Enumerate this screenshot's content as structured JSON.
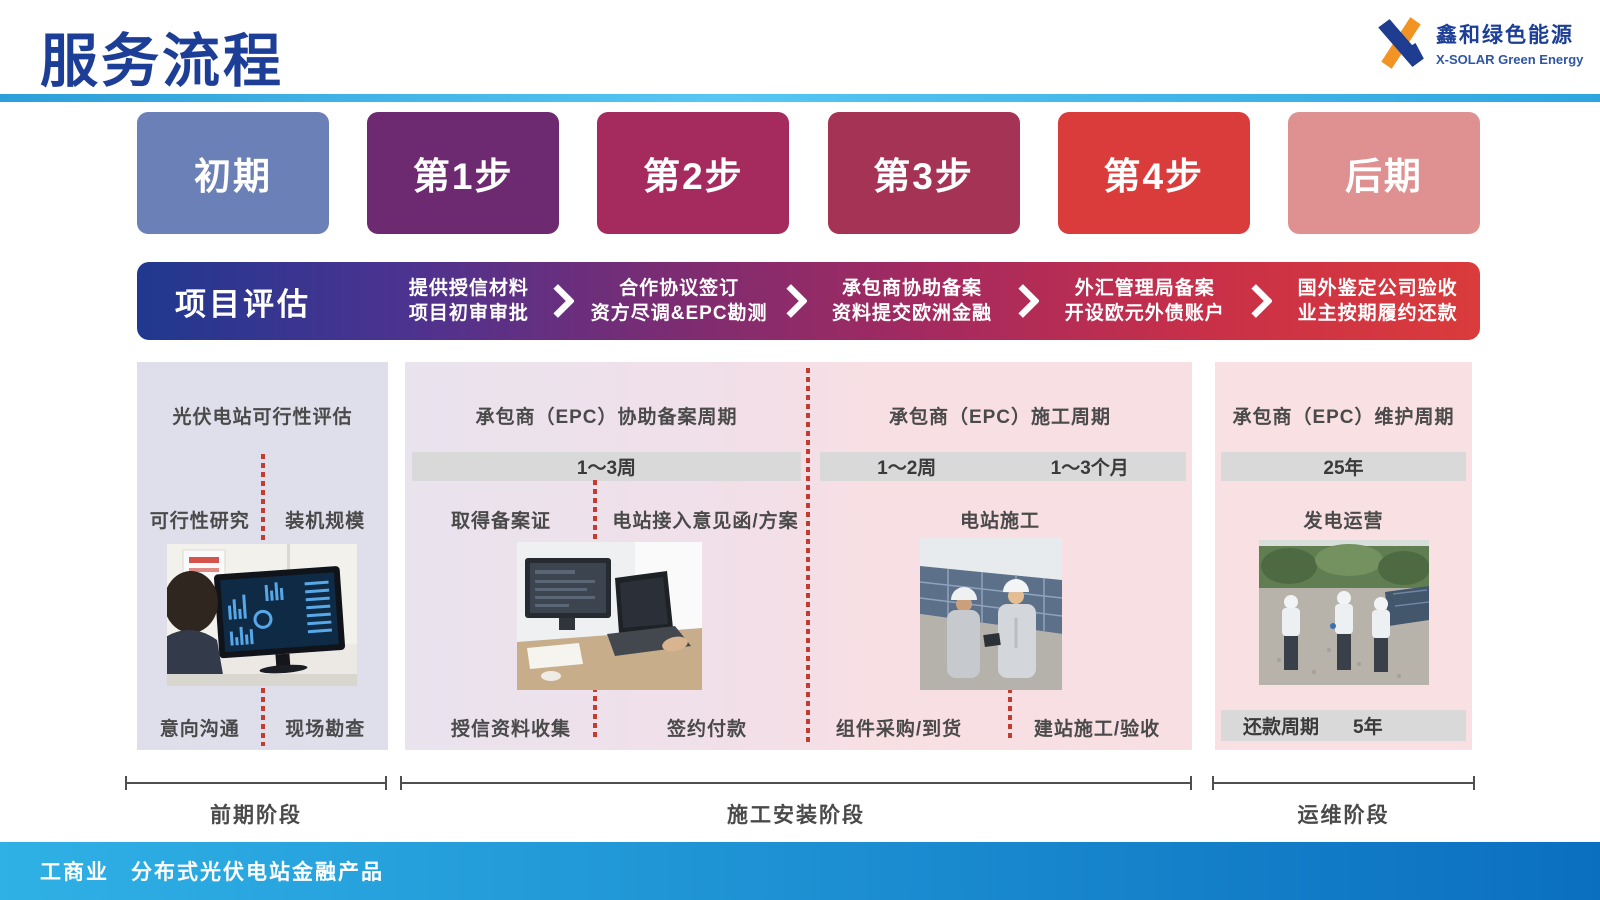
{
  "header": {
    "title": "服务流程",
    "logo_cn": "鑫和绿色能源",
    "logo_en": "X-SOLAR Green Energy"
  },
  "steps": [
    {
      "label": "初期",
      "color": "#6c80b8"
    },
    {
      "label": "第1步",
      "color": "#6e2a70"
    },
    {
      "label": "第2步",
      "color": "#a52b5e"
    },
    {
      "label": "第3步",
      "color": "#a43355"
    },
    {
      "label": "第4步",
      "color": "#d93c3a"
    },
    {
      "label": "后期",
      "color": "#df9090"
    }
  ],
  "timeline": {
    "label": "项目评估",
    "items": [
      {
        "line1": "提供授信材料",
        "line2": "项目初审审批"
      },
      {
        "line1": "合作协议签订",
        "line2": "资方尽调&EPC勘测"
      },
      {
        "line1": "承包商协助备案",
        "line2": "资料提交欧洲金融"
      },
      {
        "line1": "外汇管理局备案",
        "line2": "开设欧元外债账户"
      },
      {
        "line1": "国外鉴定公司验收",
        "line2": "业主按期履约还款"
      }
    ]
  },
  "panels": [
    {
      "title": "光伏电站可行性评估",
      "mid_left": "可行性研究",
      "mid_right": "装机规模",
      "bottom_left": "意向沟通",
      "bottom_right": "现场勘查",
      "image": "analyst-reviewing-dashboard"
    },
    {
      "title": "承包商（EPC）协助备案周期",
      "duration": "1～3周",
      "mid_left": "取得备案证",
      "mid_right": "电站接入意见函/方案",
      "bottom_left": "授信资料收集",
      "bottom_right": "签约付款",
      "image": "office-computers-desk"
    },
    {
      "title": "承包商（EPC）施工周期",
      "duration_1": "1～2周",
      "duration_2": "1～3个月",
      "mid": "电站施工",
      "bottom_left": "组件采购/到货",
      "bottom_right": "建站施工/验收",
      "image": "construction-site-workers"
    },
    {
      "title": "承包商（EPC）维护周期",
      "duration": "25年",
      "mid": "发电运营",
      "bottom_label": "还款周期",
      "bottom_value": "5年",
      "image": "solar-farm-inspection"
    }
  ],
  "phases": [
    {
      "label": "前期阶段"
    },
    {
      "label": "施工安装阶段"
    },
    {
      "label": "运维阶段"
    }
  ],
  "footer": {
    "category": "工商业",
    "product": "分布式光伏电站金融产品"
  },
  "colors": {
    "title_blue": "#1d3e96",
    "divider_gradient": [
      "#2b9fd9",
      "#57c6f2 45%",
      "#2da6e0"
    ],
    "timeline_gradient": [
      "#20388f",
      "#4c3390",
      "#7c2c72",
      "#a62a5e",
      "#c93048",
      "#da3b3b"
    ],
    "panel1_bg": "#dedfeb",
    "panel23_gradient": [
      "#e9e3ee",
      "#f2dfe8 45%",
      "#f8dfe4 60%",
      "#f8dfe4"
    ],
    "panel4_bg": "#f9e0e3",
    "duration_bar_bg": "#d9d9d9",
    "dotted_red": "#c43b30",
    "text_gray": "#4a4a4a",
    "footer_gradient": [
      "#2fb1e5",
      "#0b6fc0"
    ]
  }
}
